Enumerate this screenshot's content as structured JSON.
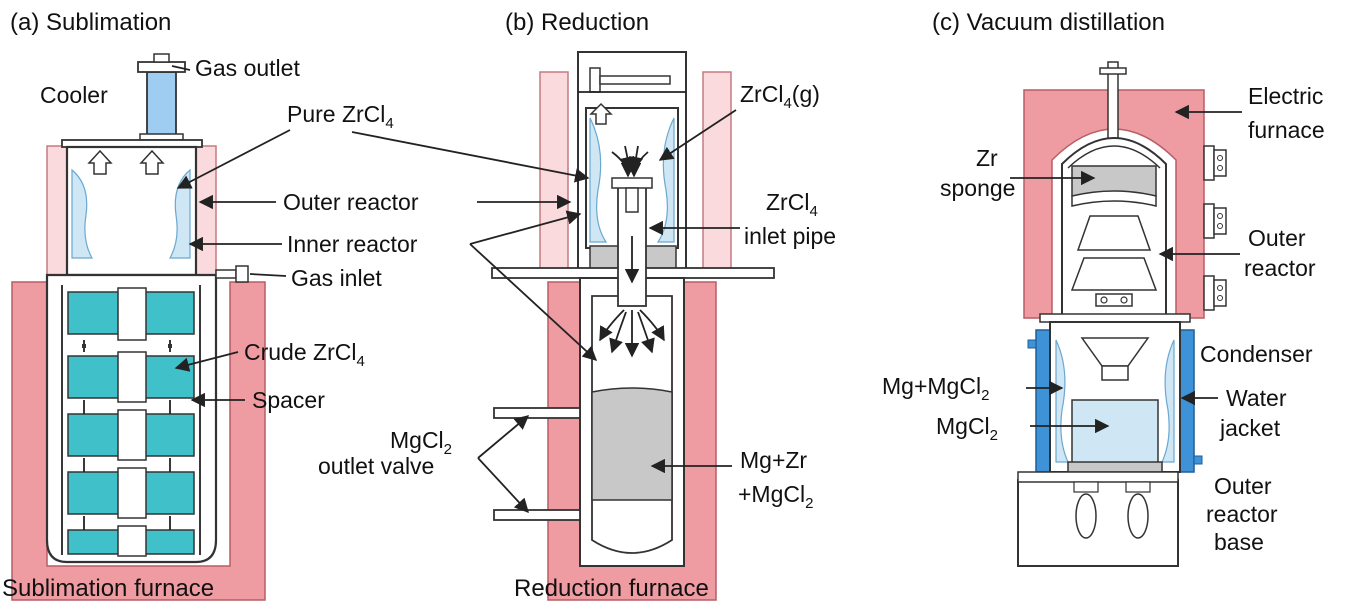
{
  "panels": {
    "a": {
      "title": "(a) Sublimation",
      "labels": {
        "gas_outlet": "Gas outlet",
        "cooler": "Cooler",
        "pure_zrcl4": "Pure ZrCl",
        "pure_zrcl4_sub": "4",
        "outer_reactor": "Outer reactor",
        "inner_reactor": "Inner reactor",
        "gas_inlet": "Gas inlet",
        "crude_zrcl4": "Crude ZrCl",
        "crude_zrcl4_sub": "4",
        "spacer": "Spacer"
      },
      "furnace": "Sublimation furnace"
    },
    "b": {
      "title": "(b) Reduction",
      "labels": {
        "zrcl4g_a": "ZrCl",
        "zrcl4g_sub": "4",
        "zrcl4g_b": "(g)",
        "inlet_a": "ZrCl",
        "inlet_sub": "4",
        "inlet_b": "inlet pipe",
        "mgcl2_a": "MgCl",
        "mgcl2_sub": "2",
        "outlet_valve": "outlet valve",
        "mgzr_1": "Mg+Zr",
        "mgzr_2a": "+MgCl",
        "mgzr_2sub": "2"
      },
      "furnace": "Reduction furnace"
    },
    "c": {
      "title": "(c) Vacuum distillation",
      "labels": {
        "electric_1": "Electric",
        "electric_2": "furnace",
        "zr_1": "Zr",
        "zr_2": "sponge",
        "outer_1": "Outer",
        "outer_2": "reactor",
        "condenser": "Condenser",
        "mgmg_a": "Mg+MgCl",
        "mgmg_sub": "2",
        "mgcl2_a": "MgCl",
        "mgcl2_sub": "2",
        "water_1": "Water",
        "water_2": "jacket",
        "base_1": "Outer",
        "base_2": "reactor",
        "base_3": "base"
      }
    }
  },
  "colors": {
    "furnace": "#ee9ba1",
    "furnace_light": "#fadadd",
    "crude": "#40c0c8",
    "gas": "#cfe6f5",
    "product": "#c8c8c8",
    "jacket": "#3d92d8",
    "cooler": "#9ecdf1"
  }
}
